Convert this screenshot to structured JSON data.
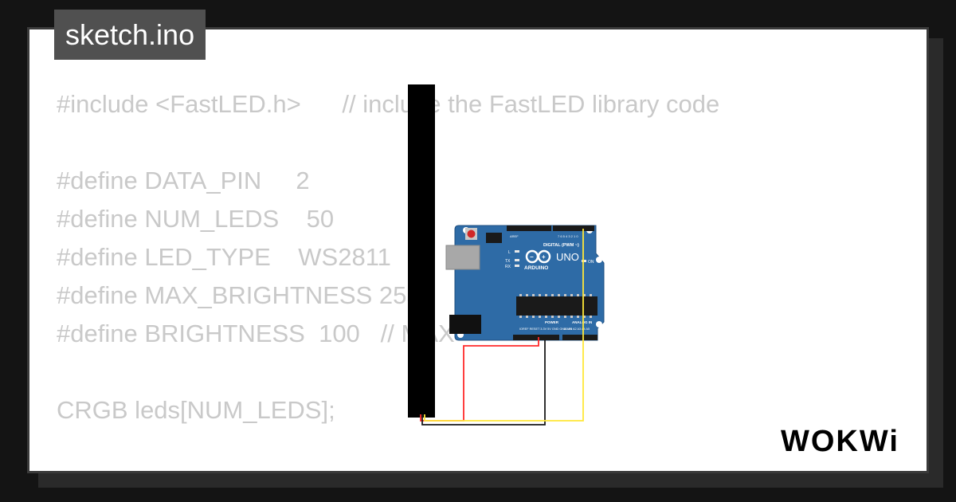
{
  "title_tab": {
    "filename": "sketch.ino"
  },
  "code": {
    "lines": [
      "#include <FastLED.h>      // include the FastLED library code",
      "",
      "#define DATA_PIN     2",
      "#define NUM_LEDS    50",
      "#define LED_TYPE    WS2811",
      "#define MAX_BRIGHTNESS 255",
      "#define BRIGHTNESS  100   // MAX",
      "",
      "CRGB leds[NUM_LEDS];",
      "",
      "// "
    ]
  },
  "board": {
    "brand_label": "ARDUINO",
    "model_label": "UNO",
    "header_digital": "DIGITAL (PWM ~)",
    "header_power": "POWER",
    "header_analog": "ANALOG IN",
    "led_l": "L",
    "led_tx": "TX",
    "led_rx": "RX",
    "led_on": "ON"
  },
  "brand": {
    "logo_text": "WOKWi"
  },
  "colors": {
    "wire_red": "#ff2a2a",
    "wire_black": "#1a1a1a",
    "wire_yellow": "#ffe838",
    "board_blue": "#2e6ba6",
    "led_strip": "#000000"
  },
  "icons": [
    "reset-button-icon",
    "usb-port-icon",
    "power-jack-icon",
    "microcontroller-chip-icon",
    "arduino-infinity-logo-icon"
  ]
}
